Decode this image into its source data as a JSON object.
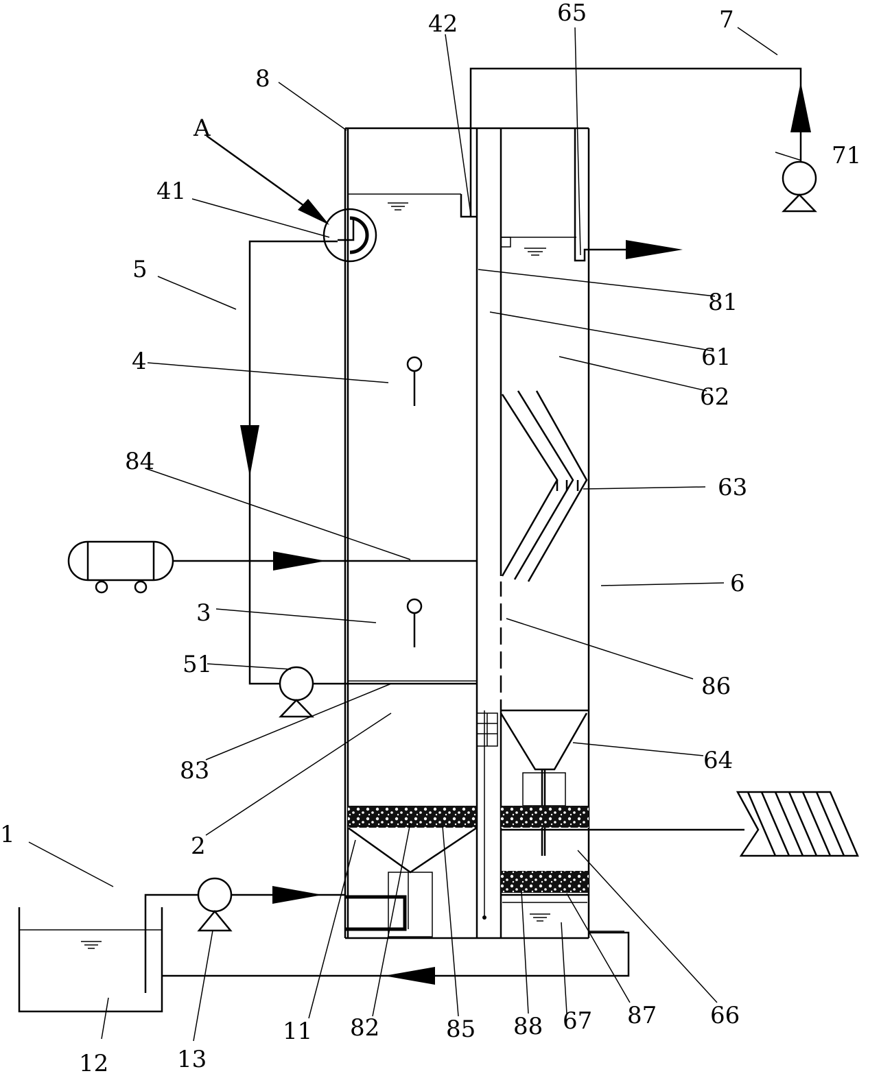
{
  "labels": [
    {
      "key": "1",
      "text": "1"
    },
    {
      "key": "2",
      "text": "2"
    },
    {
      "key": "3",
      "text": "3"
    },
    {
      "key": "4",
      "text": "4"
    },
    {
      "key": "5",
      "text": "5"
    },
    {
      "key": "6",
      "text": "6"
    },
    {
      "key": "7",
      "text": "7"
    },
    {
      "key": "8",
      "text": "8"
    },
    {
      "key": "11",
      "text": "11"
    },
    {
      "key": "12",
      "text": "12"
    },
    {
      "key": "13",
      "text": "13"
    },
    {
      "key": "41",
      "text": "41"
    },
    {
      "key": "42",
      "text": "42"
    },
    {
      "key": "51",
      "text": "51"
    },
    {
      "key": "61",
      "text": "61"
    },
    {
      "key": "62",
      "text": "62"
    },
    {
      "key": "63",
      "text": "63"
    },
    {
      "key": "64",
      "text": "64"
    },
    {
      "key": "65",
      "text": "65"
    },
    {
      "key": "66",
      "text": "66"
    },
    {
      "key": "67",
      "text": "67"
    },
    {
      "key": "71",
      "text": "71"
    },
    {
      "key": "81",
      "text": "81"
    },
    {
      "key": "82",
      "text": "82"
    },
    {
      "key": "83",
      "text": "83"
    },
    {
      "key": "84",
      "text": "84"
    },
    {
      "key": "85",
      "text": "85"
    },
    {
      "key": "86",
      "text": "86"
    },
    {
      "key": "87",
      "text": "87"
    },
    {
      "key": "88",
      "text": "88"
    },
    {
      "key": "A",
      "text": "A"
    }
  ]
}
